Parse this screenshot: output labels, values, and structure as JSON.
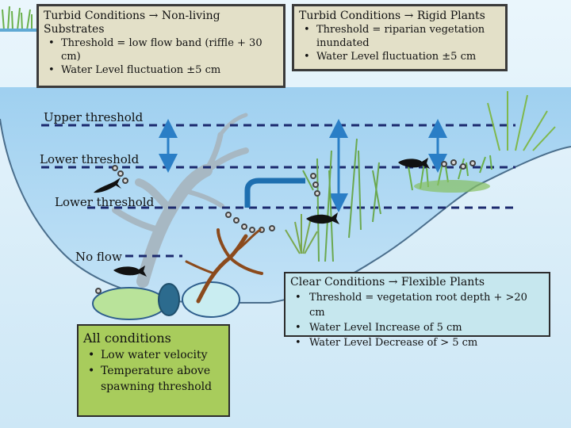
{
  "boxes": {
    "nonliving": {
      "title": "Turbid Conditions → Non-living Substrates",
      "items": [
        "Threshold = low flow band (riffle + 30 cm)",
        "Water Level fluctuation ±5 cm"
      ]
    },
    "rigid": {
      "title": "Turbid Conditions → Rigid Plants",
      "items": [
        "Threshold = riparian vegetation inundated",
        "Water Level fluctuation ±5 cm"
      ]
    },
    "flexible": {
      "title": "Clear Conditions → Flexible Plants",
      "items": [
        "Threshold = vegetation root depth + >20 cm",
        "Water Level Increase of 5 cm",
        "Water Level Decrease of > 5 cm"
      ]
    },
    "all": {
      "title": "All conditions",
      "items": [
        "Low water velocity",
        "Temperature above spawning threshold"
      ]
    }
  },
  "levels": {
    "upper": "Upper threshold",
    "lower1": "Lower threshold",
    "lower2": "Lower threshold",
    "noflow": "No flow"
  },
  "colors": {
    "water": "#a9d3f0",
    "threshold_line": "#1c2a6e",
    "arrow": "#2a7ec6",
    "box_turbid": "#e3e0c8",
    "box_clear": "#c6e7ee",
    "box_all": "#a8cc5c"
  }
}
